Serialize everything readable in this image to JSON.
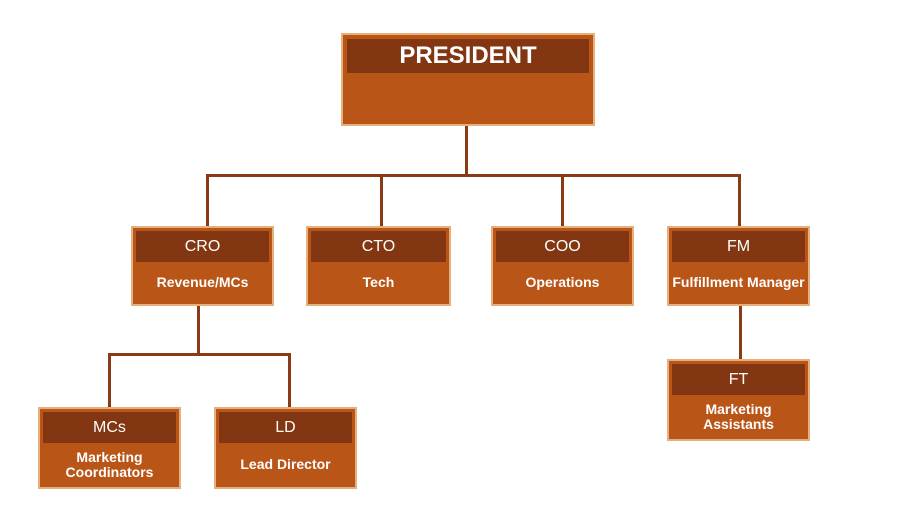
{
  "nodes": {
    "president": {
      "title": "PRESIDENT"
    },
    "cro": {
      "title": "CRO",
      "subtitle": "Revenue/MCs"
    },
    "cto": {
      "title": "CTO",
      "subtitle": "Tech"
    },
    "coo": {
      "title": "COO",
      "subtitle": "Operations"
    },
    "fm": {
      "title": "FM",
      "subtitle": "Fulfillment Manager"
    },
    "mcs": {
      "title": "MCs",
      "subtitle": "Marketing\nCoordinators"
    },
    "ld": {
      "title": "LD",
      "subtitle": "Lead Director"
    },
    "ft": {
      "title": "FT",
      "subtitle": "Marketing Assistants"
    }
  },
  "colors": {
    "box_fill": "#b95517",
    "header_fill": "#823712",
    "border": "#e5b07c",
    "connector": "#8a3a14",
    "text": "#ffffff"
  }
}
